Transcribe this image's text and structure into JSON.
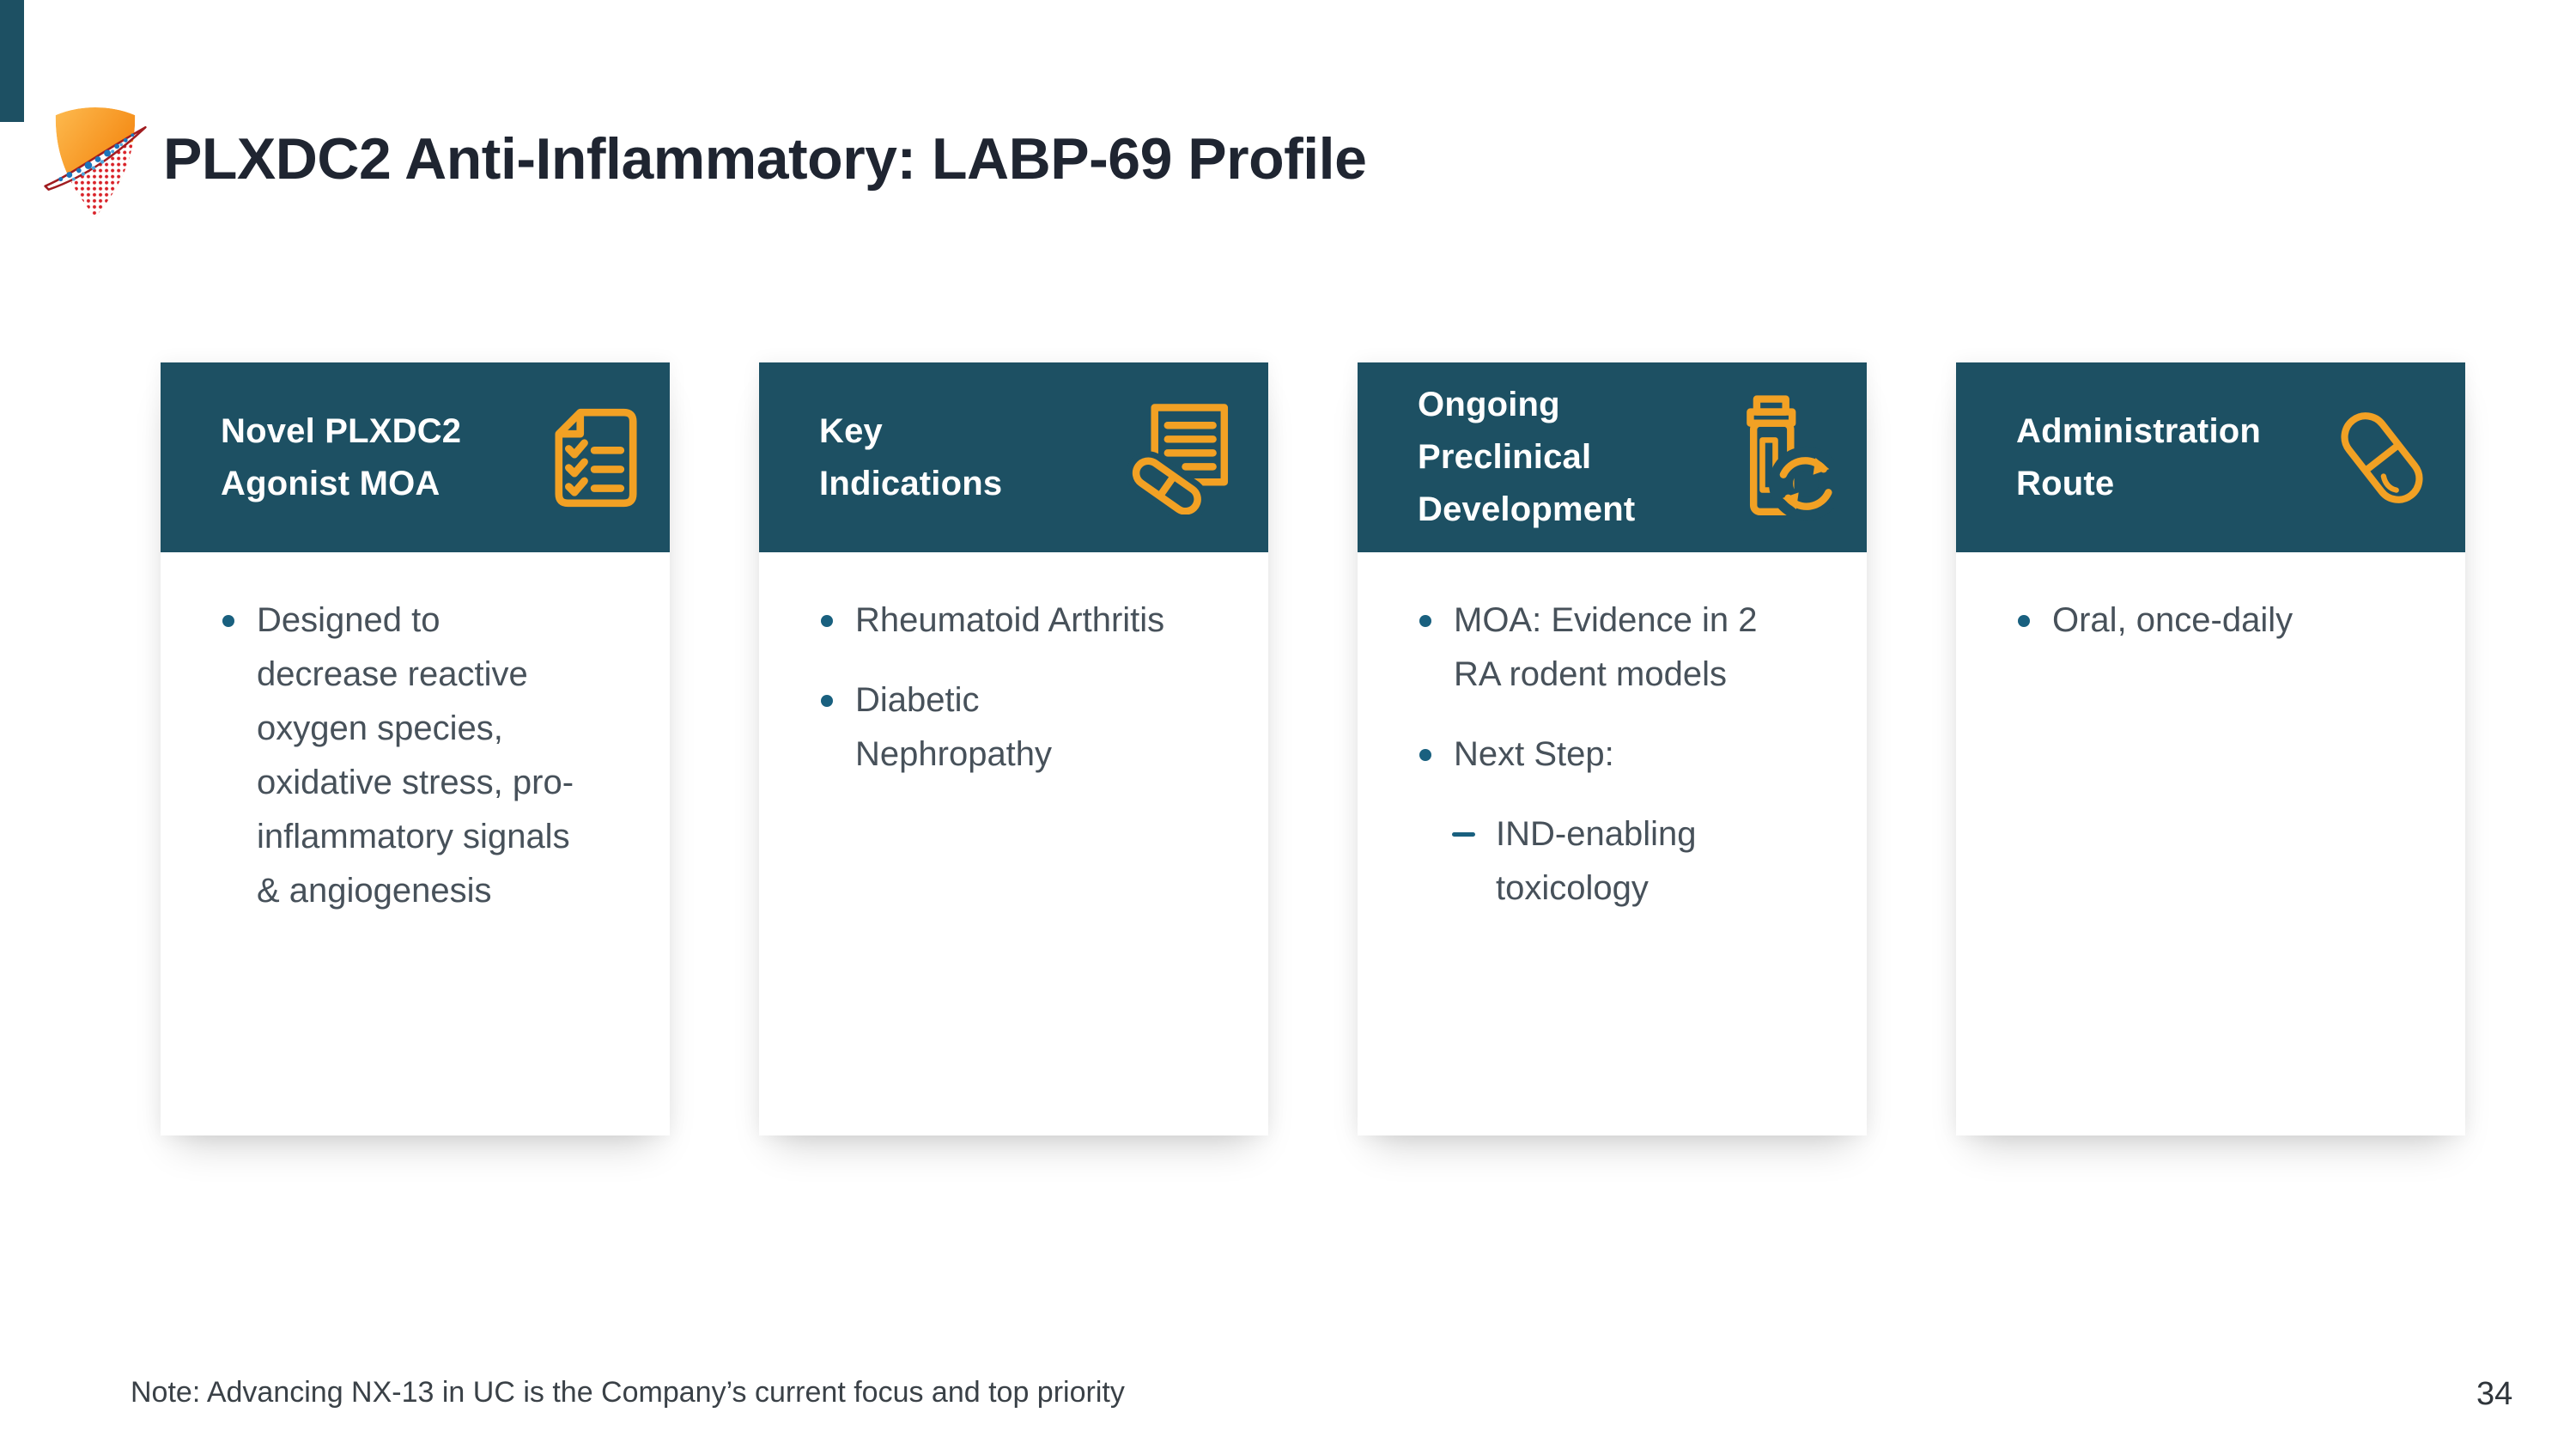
{
  "page": {
    "title": "PLXDC2 Anti-Inflammatory: LABP-69 Profile",
    "note": "Note: Advancing NX-13 in UC is the Company’s current focus and top priority",
    "page_number": "34",
    "logo": "company-shield-logo"
  },
  "colors": {
    "header_teal": "#1D5063",
    "accent_orange": "#F2A124",
    "title_text": "#1F2531",
    "body_text": "#47515A",
    "bullet_teal": "#19607F"
  },
  "cards": [
    {
      "title": "Novel PLXDC2\nAgonist MOA",
      "icon": "checklist-document-icon",
      "items": [
        {
          "marker": "bullet",
          "text": "Designed to\ndecrease reactive\noxygen species,\noxidative stress, pro-\ninflammatory signals\n& angiogenesis"
        }
      ]
    },
    {
      "title": "Key\nIndications",
      "icon": "document-pill-icon",
      "items": [
        {
          "marker": "bullet",
          "text": "Rheumatoid Arthritis"
        },
        {
          "marker": "bullet",
          "text": "Diabetic\nNephropathy"
        }
      ]
    },
    {
      "title": "Ongoing\nPreclinical\nDevelopment",
      "icon": "pill-bottle-refresh-icon",
      "items": [
        {
          "marker": "bullet",
          "text": "MOA: Evidence in 2\nRA rodent models"
        },
        {
          "marker": "bullet",
          "text": "Next Step:"
        },
        {
          "marker": "dash",
          "text": "IND-enabling\ntoxicology"
        }
      ]
    },
    {
      "title": "Administration\nRoute",
      "icon": "capsule-icon",
      "items": [
        {
          "marker": "bullet",
          "text": "Oral, once-daily"
        }
      ]
    }
  ]
}
